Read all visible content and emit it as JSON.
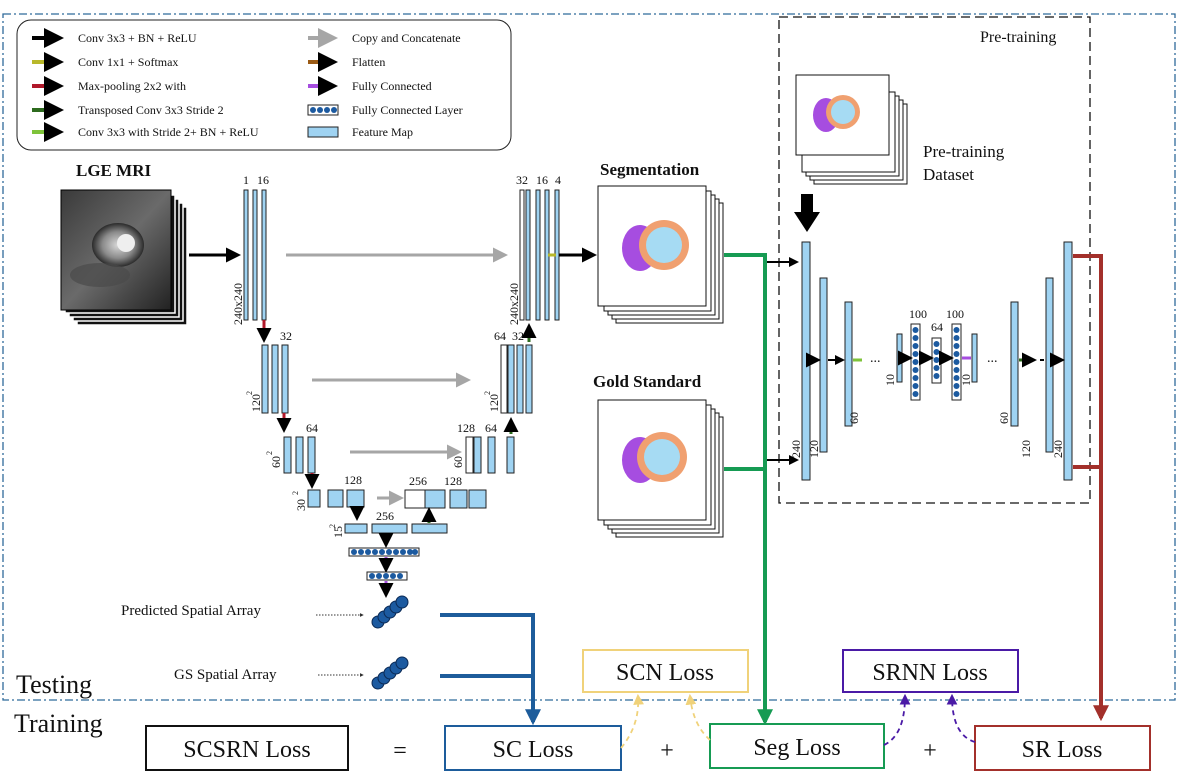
{
  "legend": {
    "items": [
      {
        "label": "Conv 3x3 + BN + ReLU",
        "color": "#000000",
        "kind": "arrow"
      },
      {
        "label": "Conv 1x1 + Softmax",
        "color": "#b8b82a",
        "kind": "arrow"
      },
      {
        "label": "Max-pooling 2x2 with",
        "color": "#b0182a",
        "kind": "arrow"
      },
      {
        "label": "Transposed Conv 3x3 Stride 2",
        "color": "#2d6b1e",
        "kind": "arrow"
      },
      {
        "label": "Conv 3x3 with Stride 2+ BN + ReLU",
        "color": "#7ec33a",
        "kind": "arrow"
      },
      {
        "label": "Copy and Concatenate",
        "color": "#a6a6a6",
        "kind": "arrow"
      },
      {
        "label": "Flatten",
        "color": "#9a5a14",
        "kind": "arrow"
      },
      {
        "label": "Fully Connected",
        "color": "#a64de0",
        "kind": "arrow"
      },
      {
        "label": "Fully Connected Layer",
        "color": "#1c5aa0",
        "kind": "fc"
      },
      {
        "label": "Feature Map",
        "color": "#9fd3f2",
        "kind": "fmap"
      }
    ]
  },
  "input": {
    "label": "LGE MRI"
  },
  "unet": {
    "enc1_top": [
      "1",
      "16"
    ],
    "enc1_size": "240x240",
    "enc2_top": "32",
    "enc2_size": "120",
    "enc3_top": "64",
    "enc3_size": "60",
    "enc4_top": "128",
    "enc4_size": "30",
    "bott_top": "256",
    "bott_size": "15",
    "dec4_top": [
      "256",
      "128"
    ],
    "dec3_top": [
      "128",
      "64"
    ],
    "dec3_size": "60",
    "dec2_top": [
      "64",
      "32"
    ],
    "dec2_size": "120",
    "dec1_top": [
      "32",
      "16",
      "4"
    ],
    "dec1_size": "240x240",
    "sup": "2"
  },
  "outputs": {
    "segmentation": "Segmentation",
    "gold_standard": "Gold Standard"
  },
  "pretraining": {
    "title": "Pre-training",
    "dataset": [
      "Pre-training",
      "Dataset"
    ],
    "sizes": [
      "240",
      "120",
      "60",
      "10",
      "10",
      "60",
      "120",
      "240"
    ],
    "fc": [
      "100",
      "64",
      "100"
    ],
    "ellipsis": "..."
  },
  "spatial": {
    "predicted": "Predicted Spatial Array",
    "gs": "GS Spatial Array"
  },
  "regions": {
    "testing": "Testing",
    "training": "Training"
  },
  "losses": {
    "scn": "SCN Loss",
    "srnn": "SRNN Loss",
    "scsrn": "SCSRN Loss",
    "sc": "SC Loss",
    "seg": "Seg Loss",
    "sr": "SR Loss",
    "equals": "=",
    "plus": "+"
  },
  "colors": {
    "feature": "#9fd3f2",
    "blue_line": "#1d5c9b",
    "green_line": "#169b53",
    "red_line": "#a3302b",
    "purple": "#4a1aa6",
    "yellow": "#f0d27a",
    "frame": "#2f6a9a",
    "myo": "#f0a070",
    "cavity": "#a6dbf3",
    "rv": "#a64de0"
  }
}
